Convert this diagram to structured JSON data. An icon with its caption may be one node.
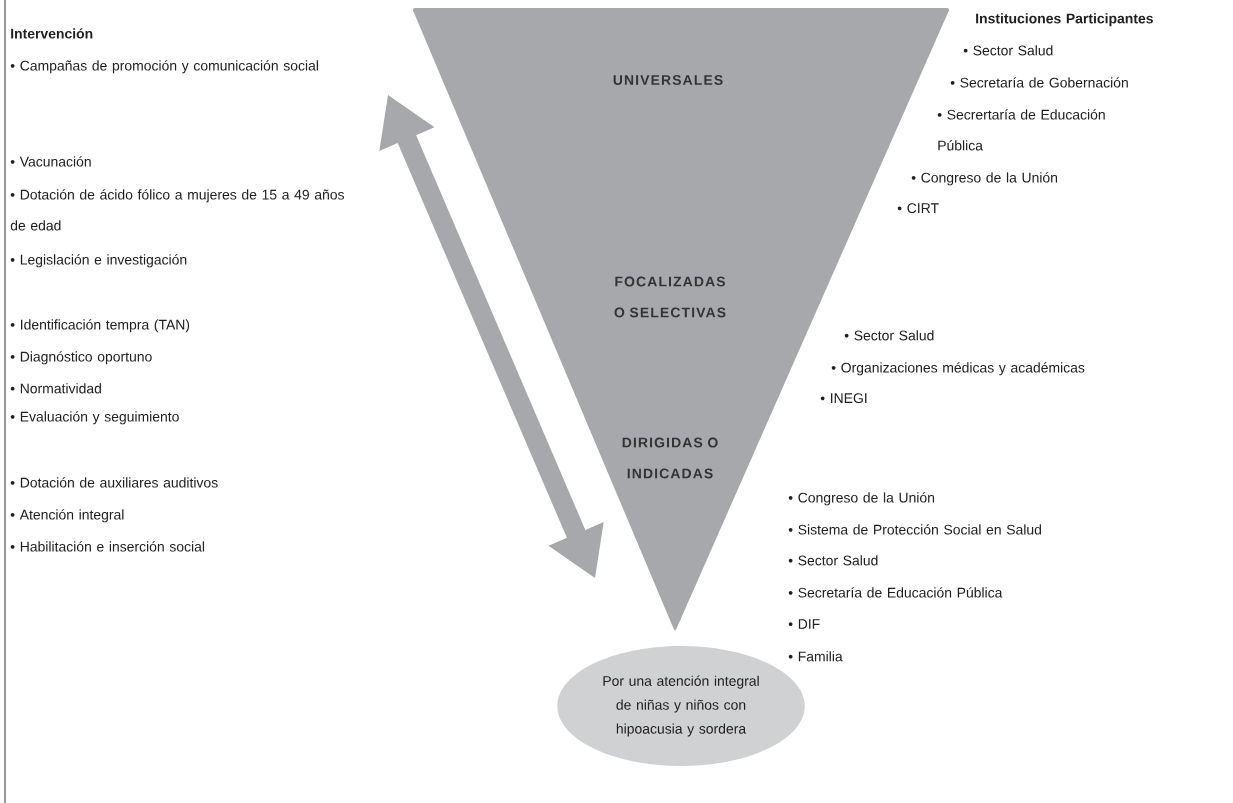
{
  "diagram": {
    "nodes": [
      {
        "text": [
          "UNIVERSALES",
          "FOCALIZADAS O SELECTIVAS",
          "DIRIGIDAS O INDICADAS"
        ]
      },
      {
        "text": [
          "Por una atención integral de niñas y niños con hipoacusia y sordera"
        ]
      }
    ],
    "labels": [
      "Intervención",
      "• Campañas de promoción y comunicación social",
      "• Vacunación",
      "• Dotación de ácido fólico a mujeres de 15 a 49 años de edad",
      "• Legislación e investigación",
      "• Identificación tempra (TAN)",
      "• Diagnóstico oportuno",
      "• Normatividad",
      "• Evaluación y seguimiento",
      "• Dotación de auxiliares auditivos",
      "• Atención integral",
      "• Habilitación e inserción social",
      "Instituciones Participantes",
      "• Sector Salud",
      "• Secretaría de Gobernación",
      "• Secrertaría de Educación Pública",
      "• Congreso de la Unión",
      "• CIRT",
      "• Sector Salud",
      "• Organizaciones médicas y académicas",
      "• INEGI",
      "• Congreso de la Unión",
      "• Sistema de Protección Social en Salud",
      "• Sector Salud",
      "• Secretaría de Educación Pública",
      "• DIF",
      "• Familia"
    ]
  }
}
